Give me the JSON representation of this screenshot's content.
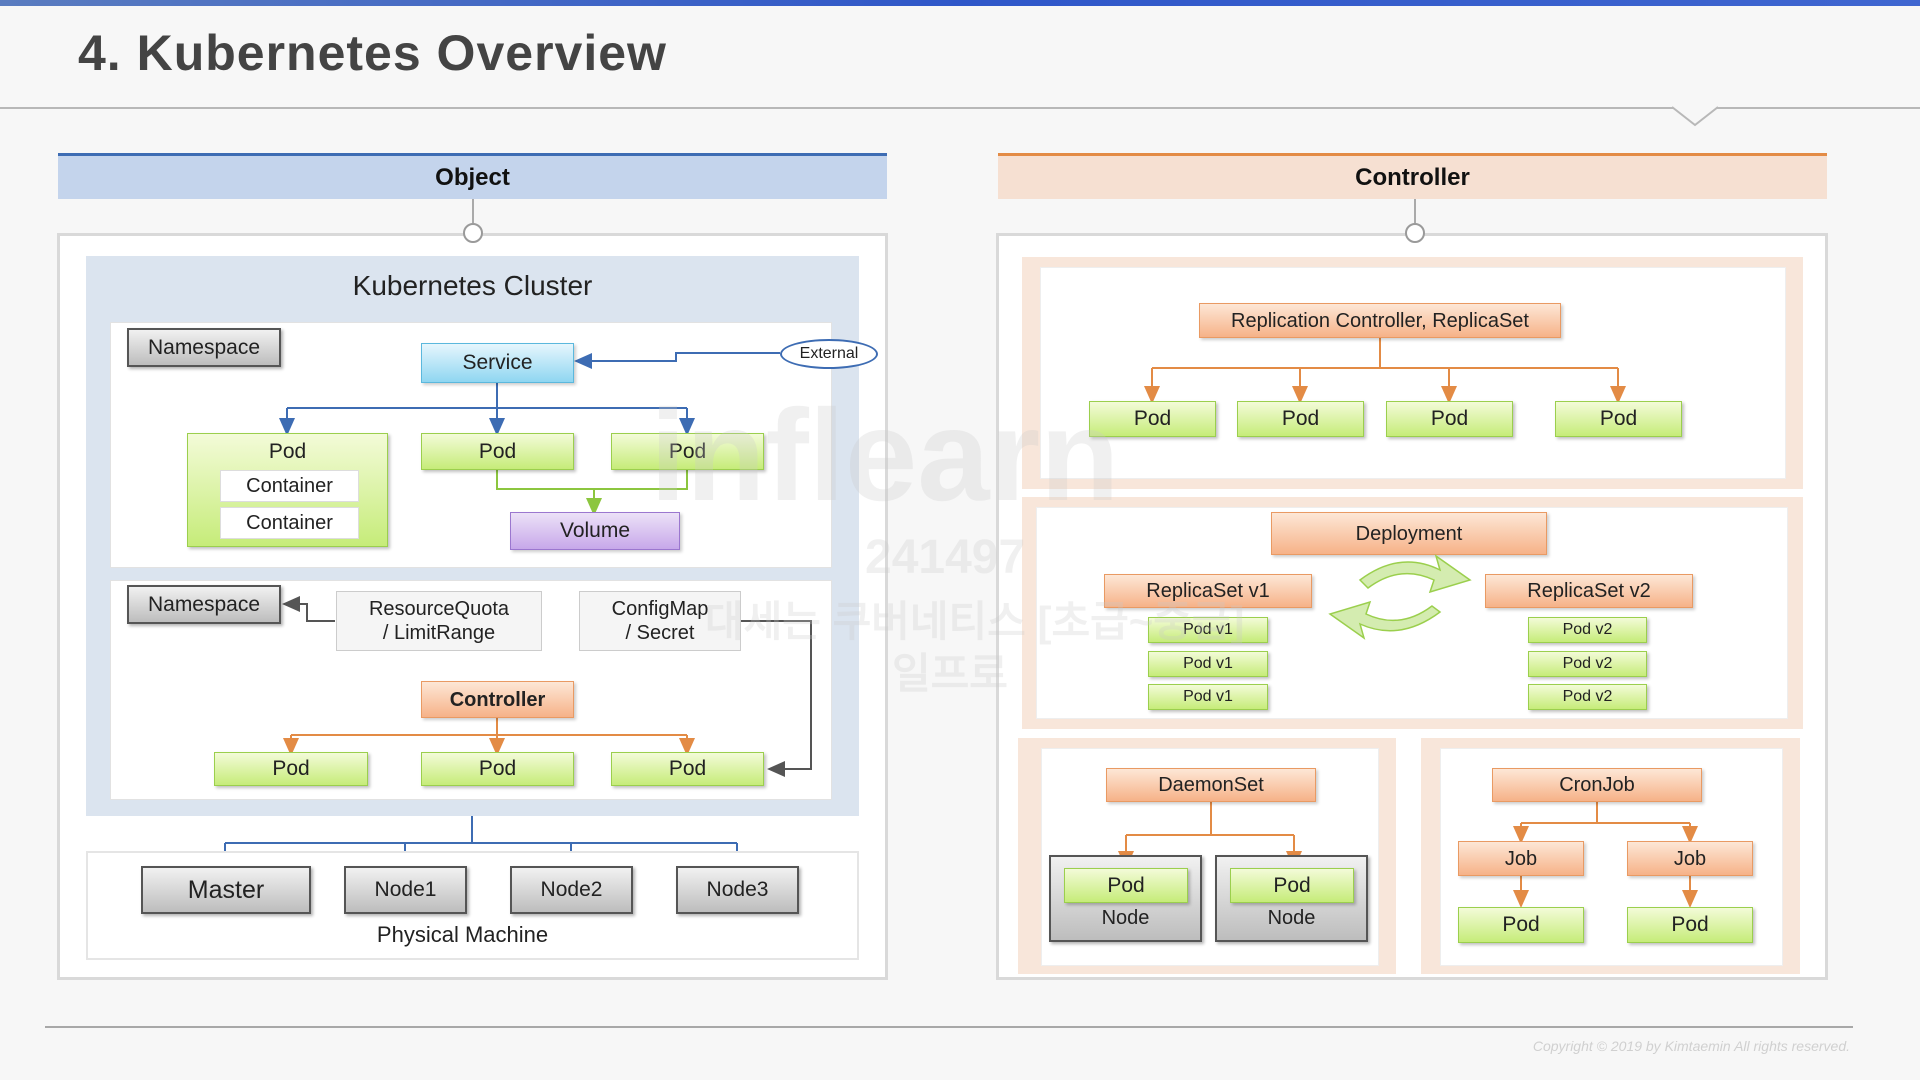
{
  "page": {
    "title": "4. Kubernetes Overview",
    "copyright": "Copyright © 2019 by Kimtaemin All rights reserved."
  },
  "watermark": {
    "brand": "inflearn",
    "id": "241497",
    "line2": "대세는 쿠버네티스 [초급~중급]",
    "line3": "일프로"
  },
  "object": {
    "header": "Object",
    "cluster_title": "Kubernetes Cluster",
    "ns1": {
      "namespace": "Namespace",
      "service": "Service",
      "external": "External",
      "pod": "Pod",
      "container1": "Container",
      "container2": "Container",
      "pod2": "Pod",
      "pod3": "Pod",
      "volume": "Volume"
    },
    "ns2": {
      "namespace": "Namespace",
      "resource_quota_1": "ResourceQuota",
      "resource_quota_2": "/ LimitRange",
      "configmap_1": "ConfigMap",
      "configmap_2": "/ Secret",
      "controller": "Controller",
      "pods": [
        "Pod",
        "Pod",
        "Pod"
      ]
    },
    "physical": {
      "master": "Master",
      "nodes": [
        "Node1",
        "Node2",
        "Node3"
      ],
      "label": "Physical Machine"
    }
  },
  "controller": {
    "header": "Controller",
    "replication": {
      "label": "Replication Controller, ReplicaSet",
      "pods": [
        "Pod",
        "Pod",
        "Pod",
        "Pod"
      ]
    },
    "deployment": {
      "label": "Deployment",
      "rs1": "ReplicaSet v1",
      "rs2": "ReplicaSet v2",
      "pods_v1": [
        "Pod v1",
        "Pod v1",
        "Pod v1"
      ],
      "pods_v2": [
        "Pod v2",
        "Pod v2",
        "Pod v2"
      ]
    },
    "daemonset": {
      "label": "DaemonSet",
      "pods": [
        "Pod",
        "Pod"
      ],
      "nodes": [
        "Node",
        "Node"
      ]
    },
    "cronjob": {
      "label": "CronJob",
      "jobs": [
        "Job",
        "Job"
      ],
      "pods": [
        "Pod",
        "Pod"
      ]
    }
  },
  "colors": {
    "object_accent": "#3d6cb3",
    "controller_accent": "#e38b45",
    "pod_green": "#c6ec79",
    "connector_blue": "#3d6cb3",
    "connector_orange": "#e38b45"
  }
}
